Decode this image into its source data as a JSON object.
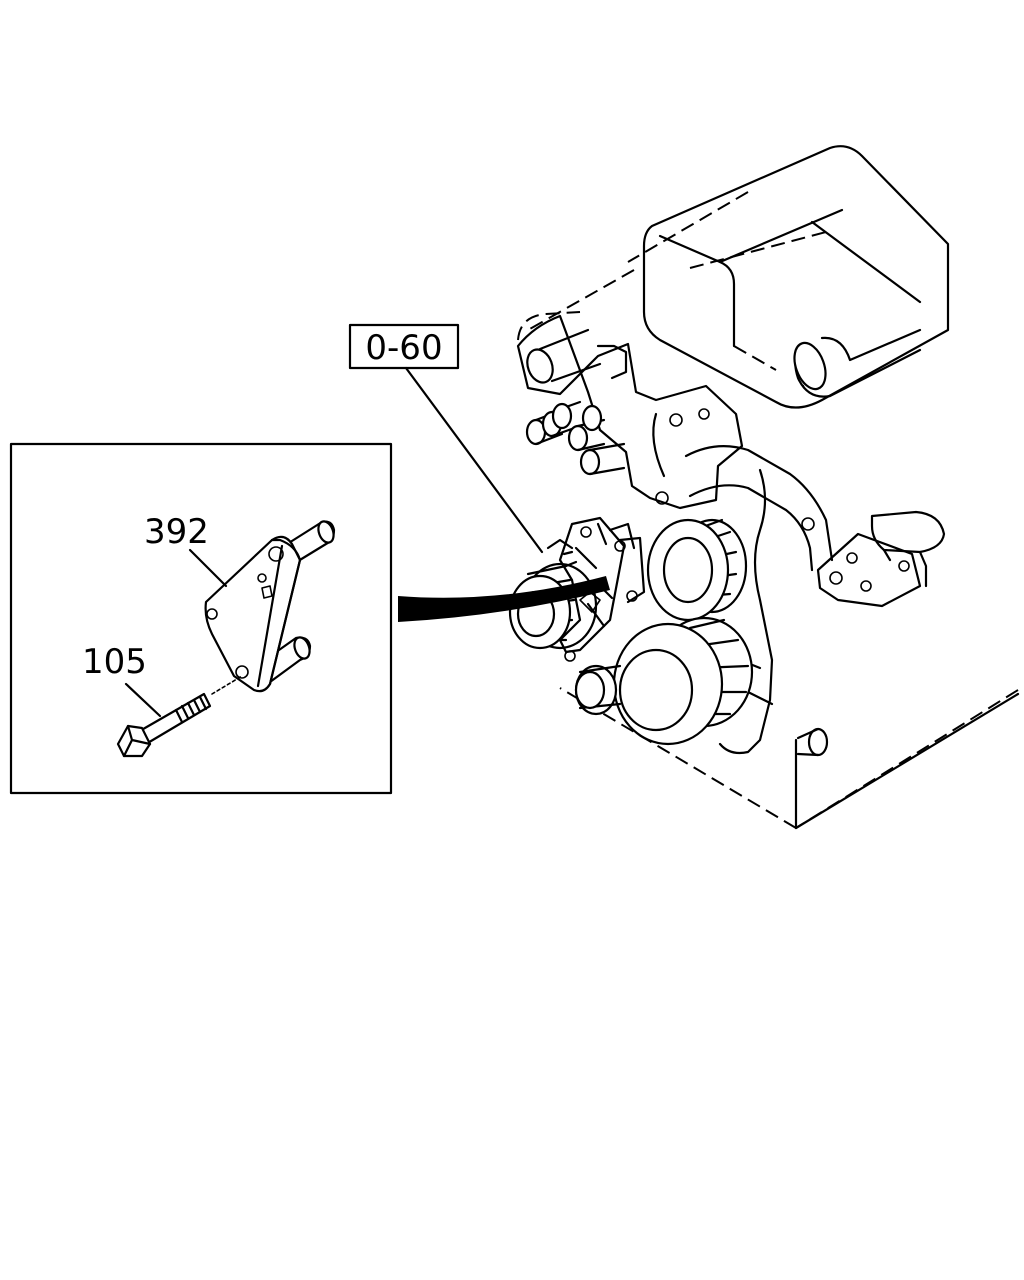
{
  "diagram": {
    "reference_label": "0-60",
    "callouts": {
      "bracket": "392",
      "bolt": "105"
    }
  }
}
